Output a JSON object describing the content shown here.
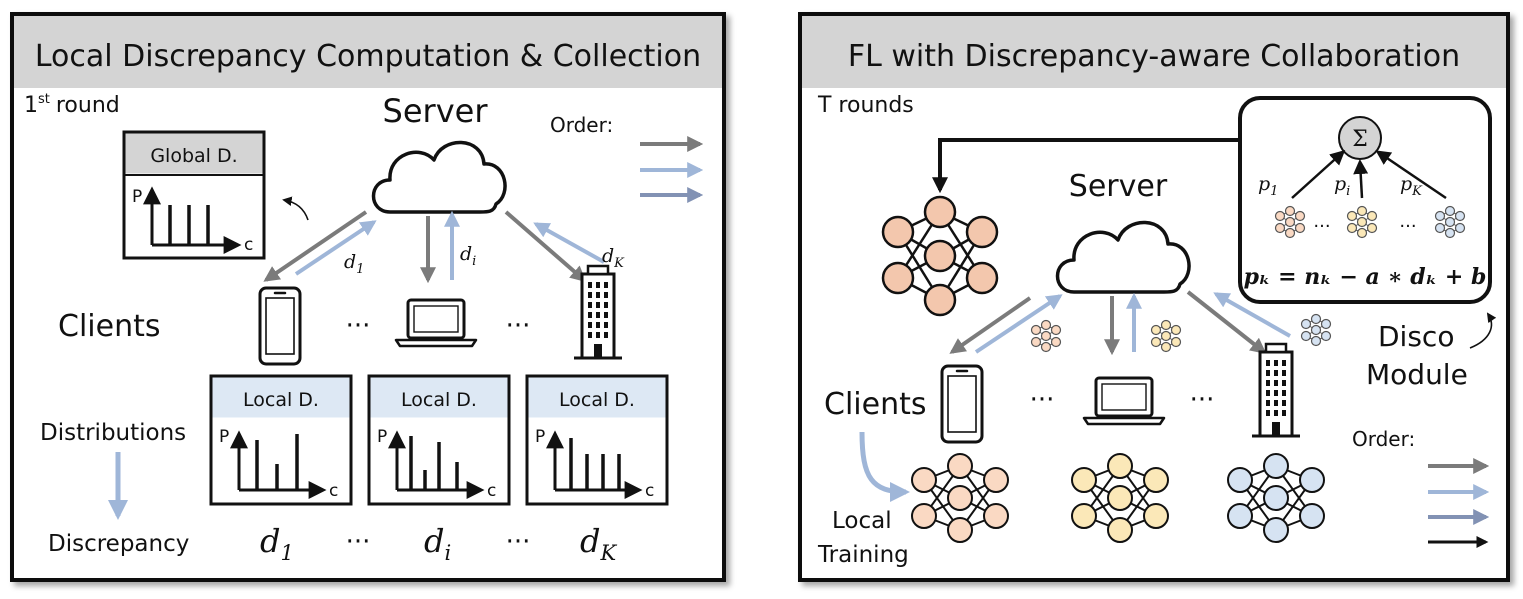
{
  "left_panel": {
    "title": "Local Discrepancy Computation & Collection",
    "round_base": "1",
    "round_sup": "st",
    "round_word": "round",
    "server_label": "Server",
    "order_label": "Order:",
    "global_box_title": "Global D.",
    "axis_p": "P",
    "axis_c": "c",
    "arrow_labels": {
      "d1": "d",
      "d1_sub": "1",
      "di": "d",
      "di_sub": "i",
      "dK": "d",
      "dK_sub": "K"
    },
    "clients_label": "Clients",
    "dots": "···",
    "local_box_title": "Local D.",
    "distributions_label": "Distributions",
    "discrepancy_label": "Discrepancy",
    "discrepancy_values": [
      {
        "base": "d",
        "sub": "1"
      },
      {
        "base": "d",
        "sub": "i"
      },
      {
        "base": "d",
        "sub": "K"
      }
    ]
  },
  "right_panel": {
    "title": "FL with Discrepancy-aware Collaboration",
    "rounds_label": "T rounds",
    "server_label": "Server",
    "sigma": "Σ",
    "weights": [
      {
        "base": "p",
        "sub": "1"
      },
      {
        "base": "p",
        "sub": "i"
      },
      {
        "base": "p",
        "sub": "K"
      }
    ],
    "dots": "···",
    "formula": "pₖ = nₖ − a ∗ dₖ + b",
    "module_line1": "Disco",
    "module_line2": "Module",
    "clients_label": "Clients",
    "local_training_line1": "Local",
    "local_training_line2": "Training",
    "order_label": "Order:"
  },
  "colors": {
    "gray_arrow": "#7b7b7b",
    "blue_arrow": "#9fb6d8",
    "slate_arrow": "#8292b4",
    "black_arrow": "#111111",
    "title_bar": "#d4d4d4",
    "local_header": "#dde8f4",
    "global_header": "#d4d4d4",
    "nn_orange": "#f3c7ad",
    "nn_peach": "#fad9c3",
    "nn_yellow": "#fbe8b8",
    "nn_blue": "#d6e3f2"
  }
}
